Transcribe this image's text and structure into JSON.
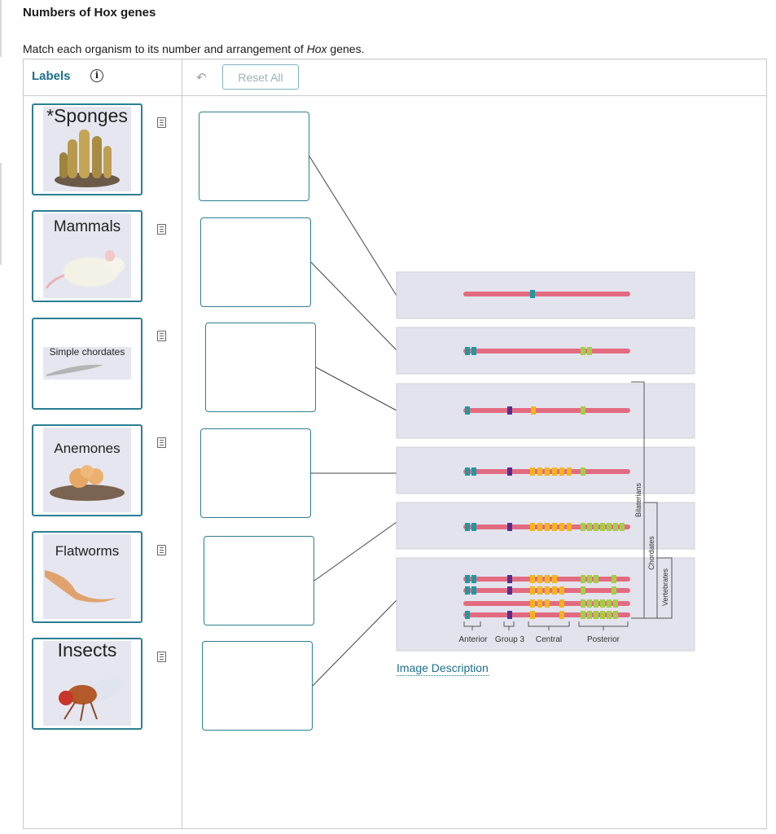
{
  "page": {
    "title": "Numbers of Hox genes",
    "instruction_before": "Match each organism to its number and arrangement of ",
    "instruction_italic": "Hox",
    "instruction_after": " genes."
  },
  "panel": {
    "labels_header": "Labels",
    "info_icon": "info-icon",
    "undo_icon": "undo-icon",
    "reset_label": "Reset All",
    "image_description_link": "Image Description"
  },
  "labels": [
    {
      "text": "*Sponges",
      "icon": "sponge-image"
    },
    {
      "text": "Mammals",
      "icon": "mouse-image"
    },
    {
      "text": "Simple chordates",
      "icon": "lancelet-image"
    },
    {
      "text": "Anemones",
      "icon": "anemone-image"
    },
    {
      "text": "Flatworms",
      "icon": "flatworm-image"
    },
    {
      "text": "Insects",
      "icon": "fruit-fly-image"
    }
  ],
  "figure": {
    "axis_labels": [
      "Anterior",
      "Group 3",
      "Central",
      "Posterior"
    ],
    "brackets": [
      "Bilaterians",
      "Chordates",
      "Vertebrates"
    ]
  },
  "colors": {
    "accent": "#2c7f93",
    "chromosome": "#e36b80",
    "anterior": "#1c9aa0",
    "group3": "#5b2d8e",
    "central": "#f5b41e",
    "posterior": "#a6cc48",
    "row_bg": "#e3e3ee"
  }
}
